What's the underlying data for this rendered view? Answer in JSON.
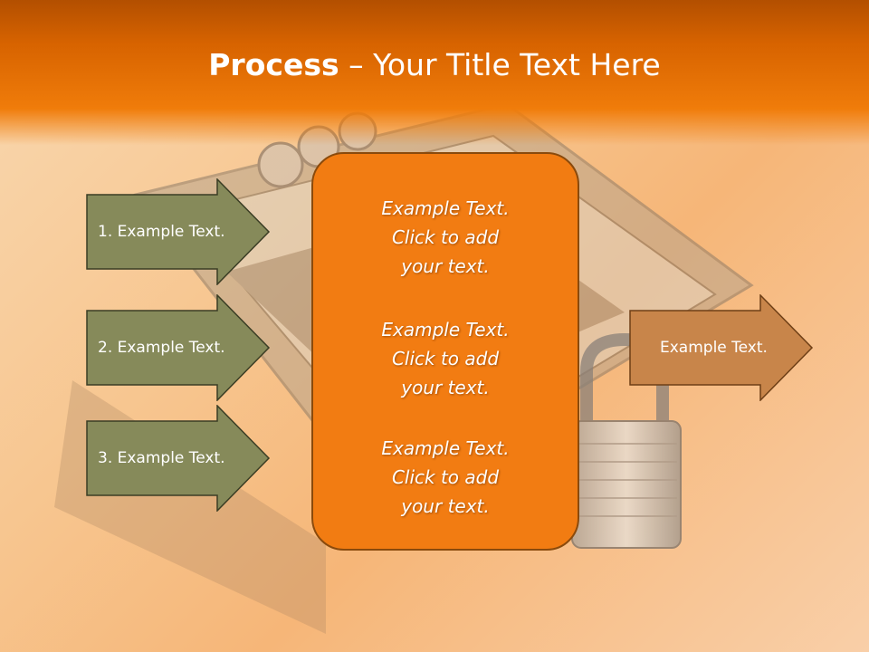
{
  "title": {
    "bold": "Process",
    "rest": " – Your Title Text Here"
  },
  "left_arrows": [
    {
      "label": "1. Example Text."
    },
    {
      "label": "2. Example Text."
    },
    {
      "label": "3. Example Text."
    }
  ],
  "center_box": {
    "blocks": [
      {
        "line1": "Example Text.",
        "line2": "Click  to add",
        "line3": "your text."
      },
      {
        "line1": "Example Text.",
        "line2": "Click  to add",
        "line3": "your text."
      },
      {
        "line1": "Example Text.",
        "line2": "Click  to add",
        "line3": "your text."
      }
    ]
  },
  "right_arrow": {
    "label": "Example Text."
  },
  "colors": {
    "title_bar": "#e06c00",
    "left_arrow_fill": "#868a5a",
    "right_arrow_fill": "#c8854a",
    "center_box_fill": "#f27c12"
  }
}
